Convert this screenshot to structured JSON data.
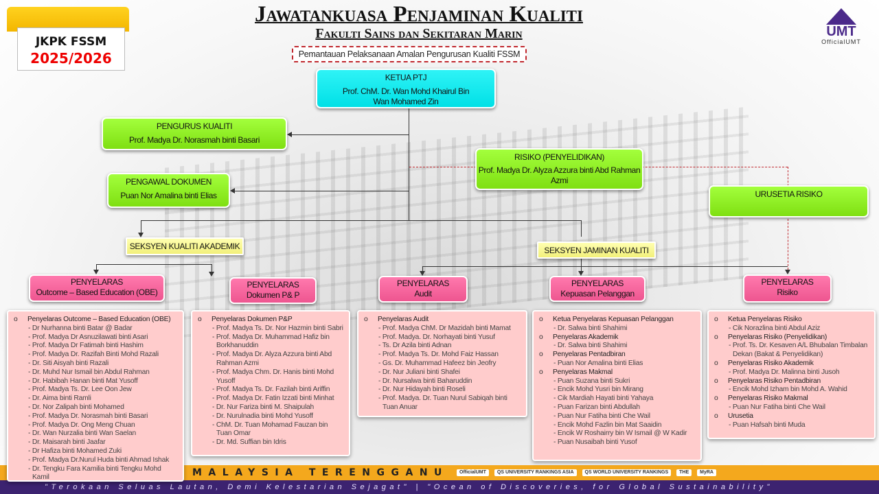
{
  "badge": {
    "line1": "JKPK FSSM",
    "line2": "2025/2026"
  },
  "header": {
    "title": "Jawatankuasa Penjaminan Kualiti",
    "subtitle": "Fakulti Sains dan Sekitaran Marin",
    "tagline": "Pemantauan Pelaksanaan Amalan Pengurusan Kualiti FSSM"
  },
  "logo": {
    "name": "UMT",
    "social": "OfficialUMT"
  },
  "org": {
    "ketua": {
      "title": "KETUA PTJ",
      "name": "Prof. ChM. Dr. Wan Mohd Khairul Bin Wan Mohamed Zin"
    },
    "pengurus": {
      "title": "PENGURUS KUALITI",
      "name": "Prof. Madya Dr. Norasmah binti Basari"
    },
    "pengawal": {
      "title": "PENGAWAL DOKUMEN",
      "name": "Puan Nor Amalina binti Elias"
    },
    "risiko_penyelidikan": {
      "title": "RISIKO (PENYELIDIKAN)",
      "name": "Prof. Madya Dr. Alyza Azzura binti Abd Rahman Azmi"
    },
    "urusetia": {
      "title": "URUSETIA RISIKO"
    },
    "seksyen_akademik": "SEKSYEN KUALITI AKADEMIK",
    "seksyen_jaminan": "SEKSYEN JAMINAN KUALITI",
    "penyelaras": [
      {
        "title": "PENYELARAS",
        "sub": "Outcome – Based Education (OBE)"
      },
      {
        "title": "PENYELARAS",
        "sub": "Dokumen P& P"
      },
      {
        "title": "PENYELARAS",
        "sub": "Audit"
      },
      {
        "title": "PENYELARAS",
        "sub": "Kepuasan Pelanggan"
      },
      {
        "title": "PENYELARAS",
        "sub": "Risiko"
      }
    ]
  },
  "lists": [
    [
      {
        "heading": "Penyelaras Outcome – Based Education (OBE)",
        "items": [
          "Dr Nurhanna binti Batar @ Badar",
          "Prof. Madya Dr Asnuzilawati binti Asari",
          "Prof. Madya Dr Fatimah binti Hashim",
          "Prof. Madya Dr. Razifah Binti Mohd Razali",
          "Dr. Siti Aisyah binti Razali",
          "Dr. Muhd Nur Ismail bin Abdul Rahman",
          "Dr. Habibah Hanan binti Mat Yusoff",
          "Prof. Madya Ts. Dr. Lee Oon Jew",
          "Dr. Aima binti Ramli",
          "Dr. Nor Zalipah binti Mohamed",
          "Prof. Madya Dr. Norasmah binti Basari",
          "Prof. Madya Dr. Ong Meng Chuan",
          "Dr. Wan Nurzalia binti Wan Saelan",
          "Dr. Maisarah binti Jaafar",
          "Dr Hafiza binti Mohamed Zuki",
          "Prof. Madya Dr.Nurul Huda binti Ahmad Ishak",
          "Dr. Tengku Fara Kamilia binti Tengku Mohd Kamil"
        ]
      }
    ],
    [
      {
        "heading": "Penyelaras Dokumen P&P",
        "items": [
          "Prof. Madya Ts. Dr. Nor Hazmin binti Sabri",
          "Prof. Madya Dr. Muhammad Hafiz bin Borkhanuddin",
          "Prof. Madya Dr. Alyza Azzura binti Abd Rahman Azmi",
          "Prof. Madya Chm. Dr. Hanis binti Mohd Yusoff",
          "Prof. Madya Ts. Dr. Fazilah binti Ariffin",
          "Prof. Madya Dr. Fatin Izzati binti Minhat",
          "Dr. Nur Fariza binti M. Shaipulah",
          "Dr. Nurulnadia binti Mohd Yusoff",
          "ChM. Dr. Tuan Mohamad Fauzan bin Tuan Omar",
          "Dr. Md. Suffian bin Idris"
        ]
      }
    ],
    [
      {
        "heading": "Penyelaras Audit",
        "items": [
          "Prof. Madya ChM. Dr Mazidah binti Mamat",
          "Prof. Madya. Dr. Norhayati binti Yusuf",
          "Ts. Dr Azila binti Adnan",
          "Prof. Madya Ts. Dr. Mohd Faiz Hassan",
          "Gs. Dr. Muhammad Hafeez bin Jeofry",
          "Dr. Nur Juliani binti Shafei",
          "Dr. Nursalwa binti Baharuddin",
          "Dr. Nur Hidayah binti Roseli",
          "Prof. Madya. Dr. Tuan Nurul Sabiqah binti Tuan Anuar"
        ]
      }
    ],
    [
      {
        "heading": "Ketua Penyelaras Kepuasan Pelanggan",
        "items": [
          "Dr. Salwa binti Shahimi"
        ]
      },
      {
        "heading": "Penyelaras Akademik",
        "items": [
          "Dr. Salwa binti Shahimi"
        ]
      },
      {
        "heading": "Penyelaras Pentadbiran",
        "items": [
          "Puan Nor Amalina binti Elias"
        ]
      },
      {
        "heading": "Penyelaras Makmal",
        "items": [
          "Puan Suzana binti Sukri",
          "Encik Mohd Yusri bin Mirang",
          "Cik Mardiah Hayati binti Yahaya",
          "Puan Farizan binti Abdullah",
          "Puan Nur Fatiha binti Che Wail",
          "Encik Mohd Fazlin bin Mat Saaidin",
          "Encik W Roshairry bin W Ismail @ W Kadir",
          "Puan Nusaibah binti Yusof"
        ]
      }
    ],
    [
      {
        "heading": "Ketua Penyelaras Risiko",
        "items": [
          "Cik Norazlina binti Abdul Aziz"
        ]
      },
      {
        "heading": "Penyelaras Risiko (Penyelidikan)",
        "items": [
          "Prof. Ts. Dr. Kesaven A/L Bhubalan Timbalan Dekan (Bakat & Penyelidikan)"
        ]
      },
      {
        "heading": "Penyelaras Risiko Akademik",
        "items": [
          "Prof. Madya Dr. Malinna binti Jusoh"
        ]
      },
      {
        "heading": "Penyelaras Risiko Pentadbiran",
        "items": [
          "Encik Mohd Izham bin Mohd A. Wahid"
        ]
      },
      {
        "heading": "Penyelaras Risiko Makmal",
        "items": [
          "Puan Nur Fatiha binti Che Wail"
        ]
      },
      {
        "heading": "Urusetia",
        "items": [
          "Puan Hafsah binti Muda"
        ]
      }
    ]
  ],
  "footer": {
    "university": "MALAYSIA TERENGGANU",
    "motto": "\"Terokaan Seluas Lautan, Demi Kelestarian Sejagat\" | \"Ocean of Discoveries, for Global Sustainability\"",
    "logos": [
      "OfficialUMT",
      "QS UNIVERSITY RANKINGS ASIA",
      "QS WORLD UNIVERSITY RANKINGS",
      "THE",
      "MyRA"
    ]
  },
  "colors": {
    "ketua": "#00e5ea",
    "green": "#8bea1f",
    "pink": "#f0649c",
    "yellow": "#f7f59a",
    "list": "#ffcccc",
    "footer_orange": "#f4a81d",
    "footer_purple": "#3c2370"
  }
}
